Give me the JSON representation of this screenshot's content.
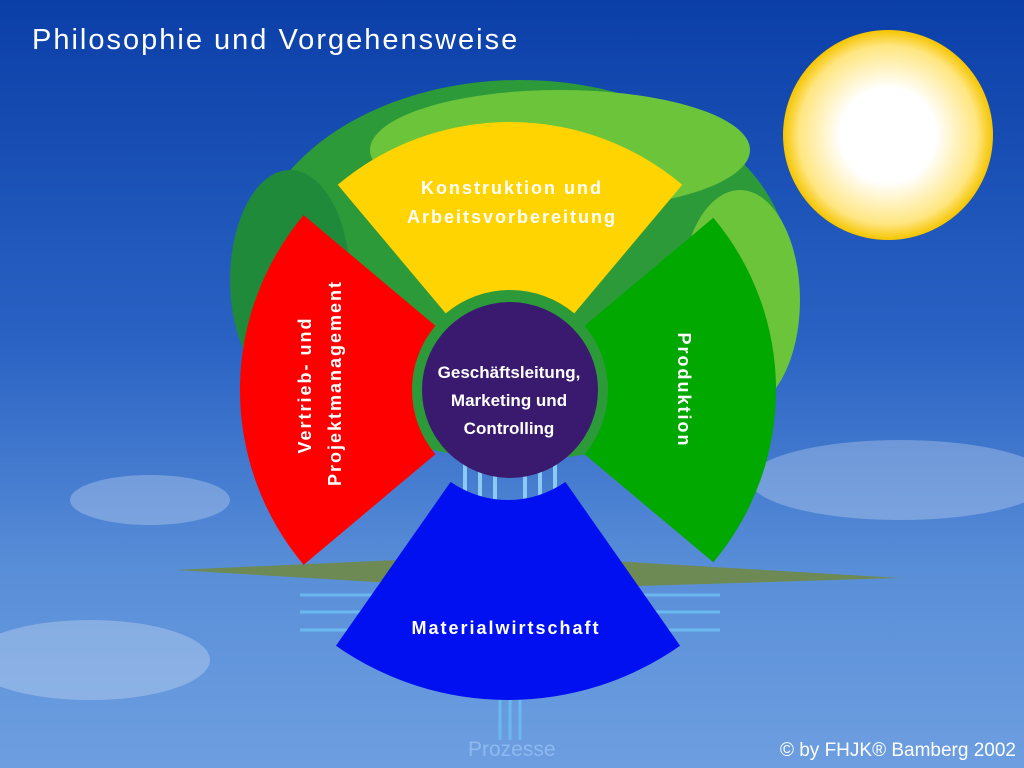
{
  "title": "Philosophie und Vorgehensweise",
  "segments": {
    "top": {
      "line1": "Konstruktion und",
      "line2": "Arbeitsvorbereitung",
      "color": "#ffd400"
    },
    "left": {
      "line1": "Vertrieb- und",
      "line2": "Projektmanagement",
      "color": "#ff0000"
    },
    "right": {
      "line1": "Produktion",
      "color": "#00a800"
    },
    "bottom": {
      "line1": "Materialwirtschaft",
      "color": "#0010f0"
    },
    "center": {
      "line1": "Geschäftsleitung,",
      "line2": "Marketing und",
      "line3": "Controlling",
      "color": "#3a1a6e"
    }
  },
  "processes_link": "Prozesse",
  "copyright": "© by FHJK® Bamberg 2002"
}
